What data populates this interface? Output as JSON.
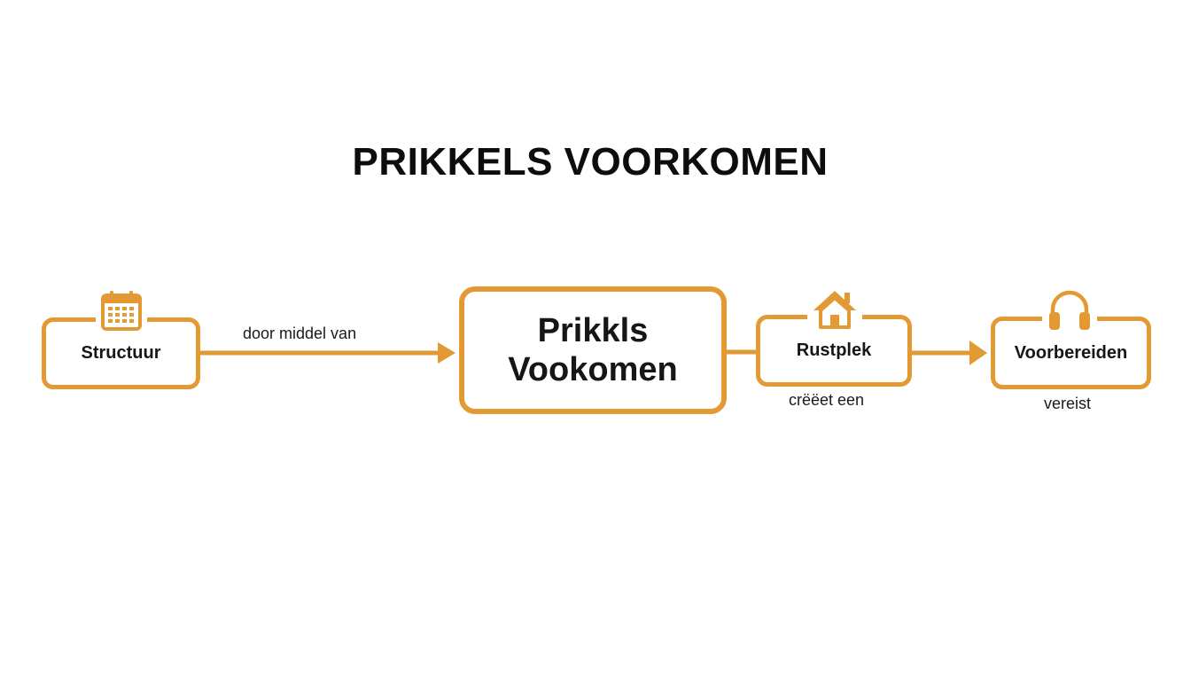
{
  "title": "PRIKKELS VOORKOMEN",
  "nodes": {
    "structuur": {
      "label": "Structuur",
      "icon": "calendar-icon"
    },
    "center": {
      "line1": "Prikkls",
      "line2": "Vookomen"
    },
    "rustplek": {
      "label": "Rustplek",
      "icon": "house-icon"
    },
    "voorbereiden": {
      "label": "Voorbereiden",
      "icon": "headphones-icon"
    }
  },
  "edges": {
    "structuur_to_center": "door middel van",
    "rustplek_caption": "crëëet een",
    "voorbereiden_caption": "vereist"
  },
  "colors": {
    "accent": "#e39a35",
    "text": "#111111",
    "background": "#ffffff"
  }
}
